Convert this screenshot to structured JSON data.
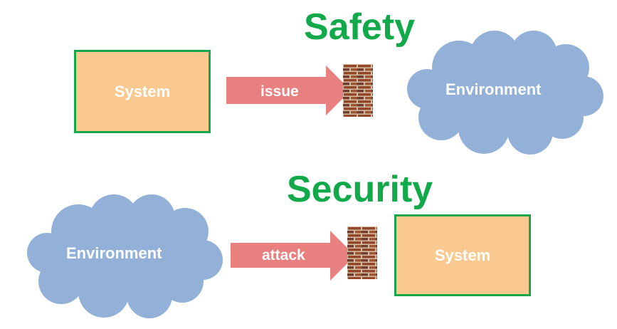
{
  "safety": {
    "title": "Safety",
    "system_label": "System",
    "arrow_label": "issue",
    "environment_label": "Environment"
  },
  "security": {
    "title": "Security",
    "environment_label": "Environment",
    "arrow_label": "attack",
    "system_label": "System"
  },
  "colors": {
    "title": "#12a94a",
    "system_fill": "#f9c98f",
    "system_border": "#17a74a",
    "arrow": "#e98080",
    "cloud": "#93b1d8",
    "wall": "#8a4a2b"
  },
  "icons": {
    "wall": "brick-wall-icon",
    "cloud": "cloud-shape"
  }
}
